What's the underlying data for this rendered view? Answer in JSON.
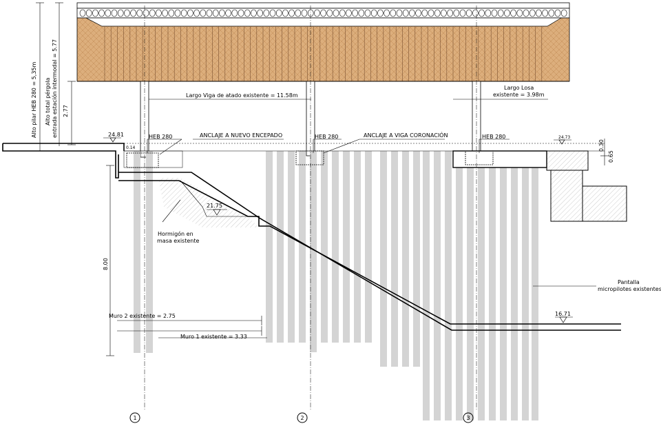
{
  "dimensions": {
    "pillar_height": "Alto pilar HEB 280 = 5,35m",
    "pergola_height_line1": "Alto total pérgola",
    "pergola_height_line2": "entrada estación intermodal = 5.77",
    "slab_offset": "2.77",
    "beam_length": "Largo Viga de atado existente = 11.58m",
    "slab_length_line1": "Largo Losa",
    "slab_length_line2": "existente = 3.98m",
    "depth": "8.00",
    "wall2": "Muro 2 existente = 2.75",
    "wall1": "Muro 1 existente = 3.33",
    "dim_030": "0.30",
    "dim_065": "0.65",
    "small_dim": "0.14"
  },
  "levels": {
    "top_left": "24.81",
    "top_right": "24.73",
    "middle": "21.75",
    "bottom": "16.71"
  },
  "labels": {
    "heb1": "HEB 280",
    "heb2": "HEB 280",
    "heb3": "HEB 280",
    "anchor_new": "ANCLAJE A NUEVO ENCEPADO",
    "anchor_beam": "ANCLAJE A VIGA CORONACIÓN",
    "concrete_line1": "Hormigón en",
    "concrete_line2": "masa existente",
    "screen_line1": "Pantalla",
    "screen_line2": "micropilotes existentes"
  },
  "axes": [
    "1",
    "2",
    "3"
  ]
}
